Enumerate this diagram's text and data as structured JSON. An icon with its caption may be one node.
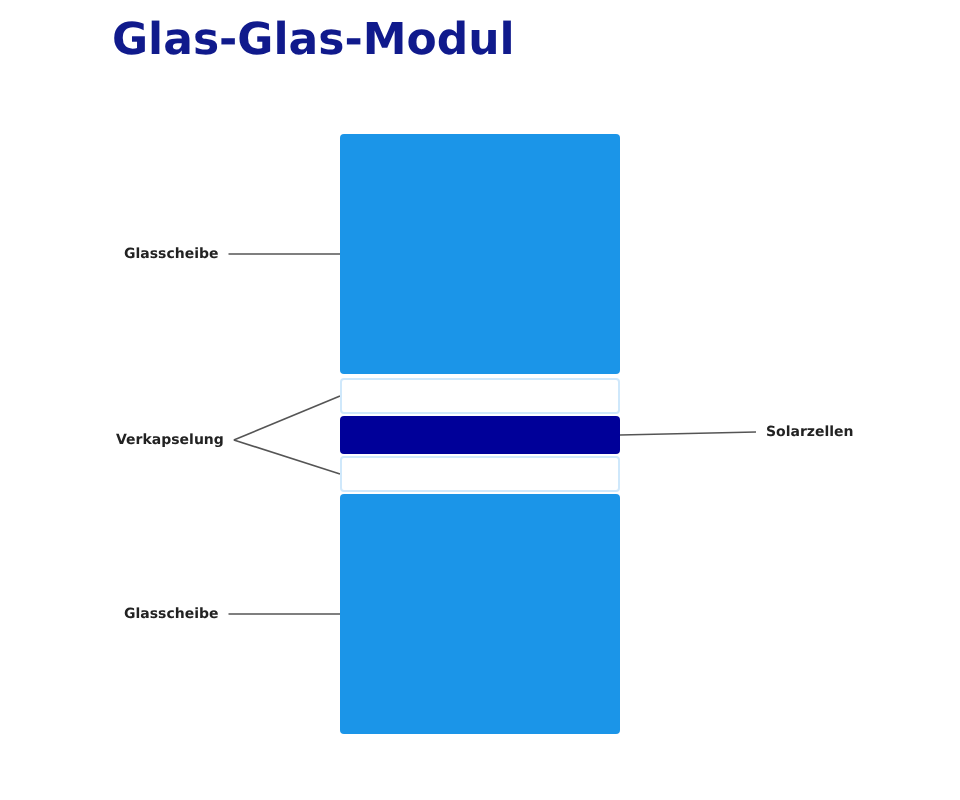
{
  "diagram": {
    "title": "Glas-Glas-Modul",
    "nodes": [
      {
        "text": [
          "Glasscheibe"
        ]
      },
      {
        "text": [],
        "shape": "box"
      },
      {
        "text": [],
        "shape": "box"
      },
      {
        "text": [
          "Verkapselung"
        ]
      },
      {
        "text": [],
        "shape": "box"
      },
      {
        "text": [
          "Solarzellen"
        ]
      },
      {
        "text": [],
        "shape": "box"
      },
      {
        "text": [
          "Glasscheibe"
        ]
      },
      {
        "text": [],
        "shape": "box"
      }
    ],
    "edges": [
      {
        "from": 0,
        "to": 1,
        "arrow": "none"
      },
      {
        "from": 3,
        "to": 2,
        "arrow": "none"
      },
      {
        "from": 3,
        "to": 6,
        "arrow": "none"
      },
      {
        "from": 5,
        "to": 4,
        "arrow": "none"
      },
      {
        "from": 7,
        "to": 8,
        "arrow": "none"
      }
    ]
  }
}
